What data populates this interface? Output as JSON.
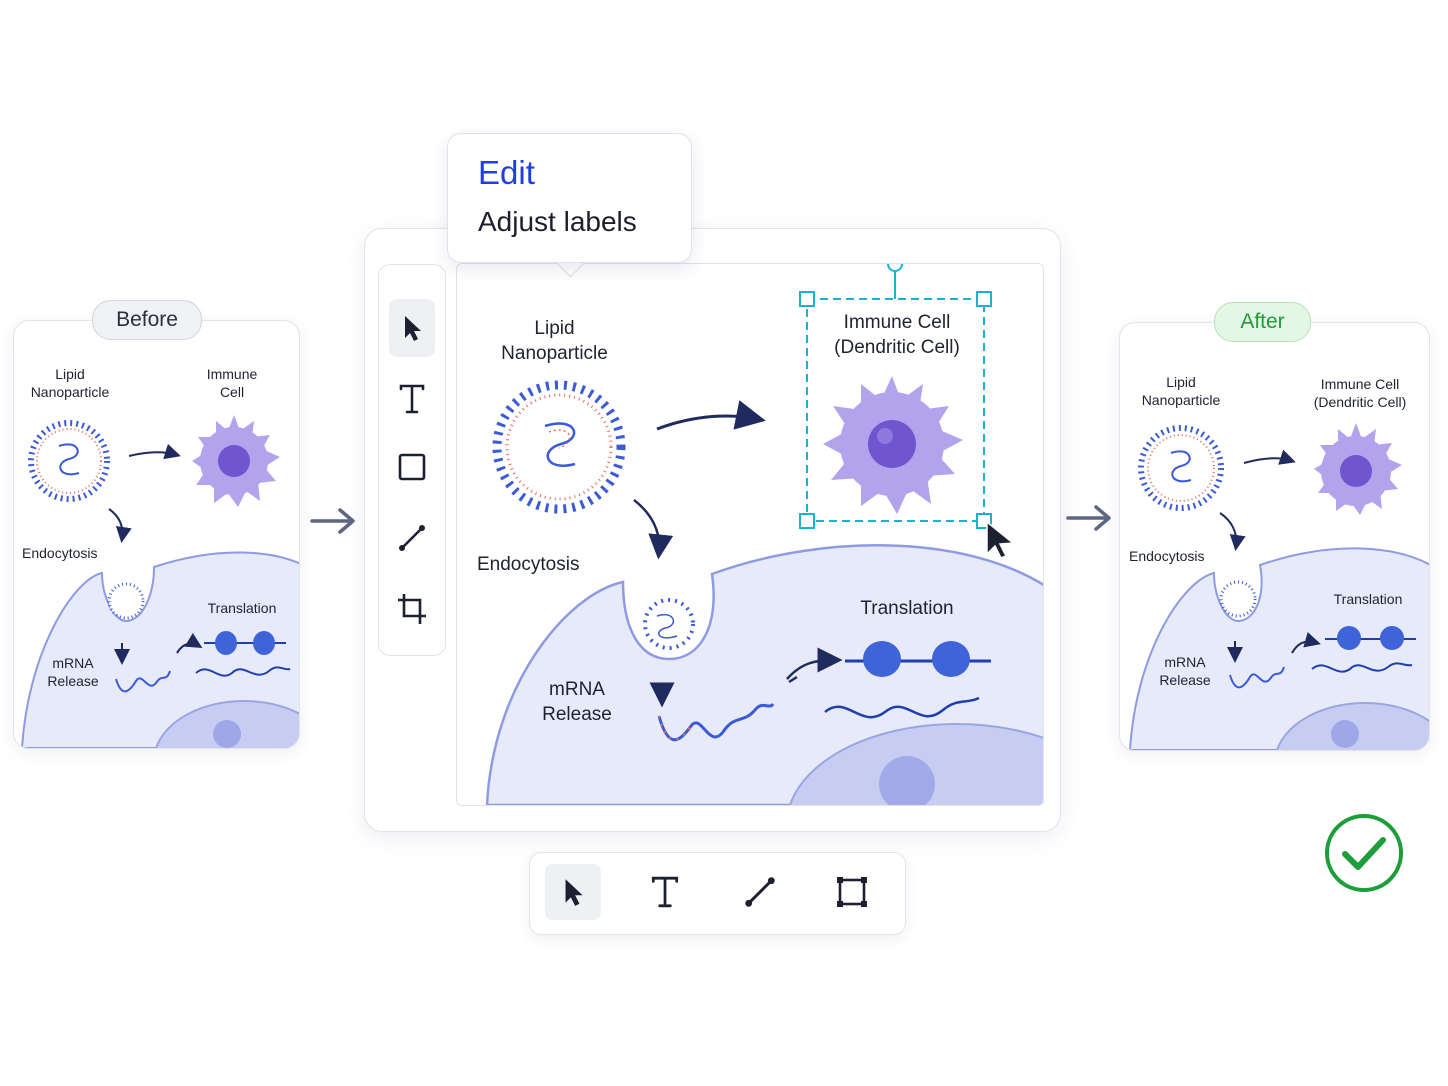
{
  "before": {
    "badge": "Before",
    "labels": {
      "lipid": "Lipid\nNanoparticle",
      "immune": "Immune\nCell",
      "endocytosis": "Endocytosis",
      "translation": "Translation",
      "mrna": "mRNA\nRelease"
    }
  },
  "editor": {
    "tooltip": {
      "title": "Edit",
      "subtitle": "Adjust labels"
    },
    "tools": [
      {
        "name": "select",
        "icon": "cursor-icon",
        "active": true
      },
      {
        "name": "text",
        "icon": "text-icon",
        "active": false
      },
      {
        "name": "rectangle",
        "icon": "square-icon",
        "active": false
      },
      {
        "name": "line",
        "icon": "line-icon",
        "active": false
      },
      {
        "name": "crop",
        "icon": "crop-icon",
        "active": false
      }
    ],
    "labels": {
      "lipid": "Lipid\nNanoparticle",
      "immune": "Immune Cell\n(Dendritic Cell)",
      "endocytosis": "Endocytosis",
      "translation": "Translation",
      "mrna": "mRNA\nRelease"
    },
    "selection_color": "#19b3cf"
  },
  "after": {
    "badge": "After",
    "labels": {
      "lipid": "Lipid\nNanoparticle",
      "immune": "Immune Cell\n(Dendritic Cell)",
      "endocytosis": "Endocytosis",
      "translation": "Translation",
      "mrna": "mRNA\nRelease"
    },
    "status_icon": "check-circle-icon",
    "status_color": "#1e9e3a"
  },
  "bottom_toolbar": [
    {
      "name": "select",
      "icon": "cursor-icon",
      "active": true
    },
    {
      "name": "text",
      "icon": "text-icon",
      "active": false
    },
    {
      "name": "line",
      "icon": "line-icon",
      "active": false
    },
    {
      "name": "frame",
      "icon": "frame-icon",
      "active": false
    }
  ],
  "colors": {
    "accent_blue": "#1f3fe0",
    "cell_fill": "#e7eaf9",
    "cell_stroke": "#8f9be0",
    "dendritic": "#a996e6",
    "nucleus": "#6f56cf",
    "arrow": "#1f2a5e",
    "flow_arrow": "#5d6682"
  }
}
